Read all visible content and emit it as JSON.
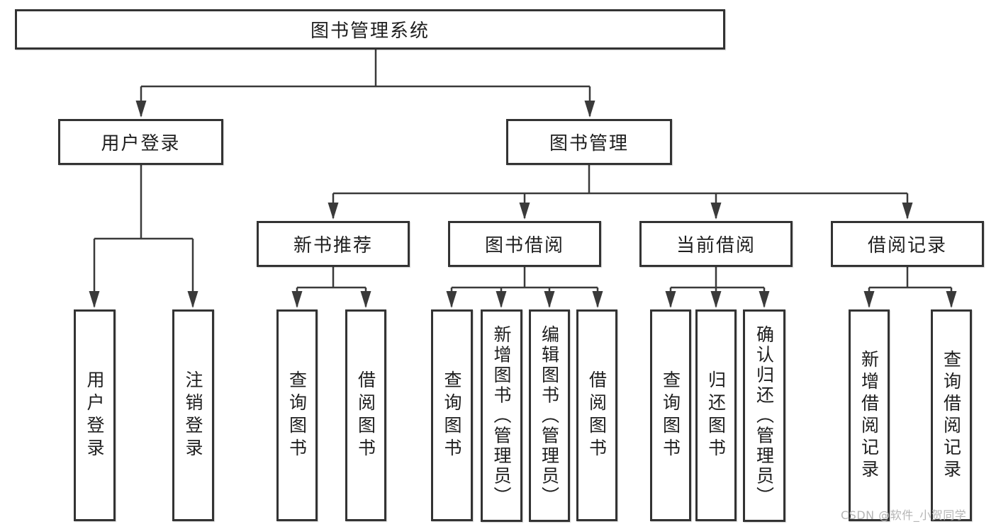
{
  "tree": {
    "root": {
      "label": "图书管理系统",
      "children": [
        {
          "label": "用户登录",
          "children": [
            {
              "label": "用户登录"
            },
            {
              "label": "注销登录"
            }
          ]
        },
        {
          "label": "图书管理",
          "children": [
            {
              "label": "新书推荐",
              "children": [
                {
                  "label": "查询图书"
                },
                {
                  "label": "借阅图书"
                }
              ]
            },
            {
              "label": "图书借阅",
              "children": [
                {
                  "label": "查询图书"
                },
                {
                  "label": "新增图书（管理员）"
                },
                {
                  "label": "编辑图书（管理员）"
                },
                {
                  "label": "借阅图书"
                }
              ]
            },
            {
              "label": "当前借阅",
              "children": [
                {
                  "label": "查询图书"
                },
                {
                  "label": "归还图书"
                },
                {
                  "label": "确认归还（管理员）"
                }
              ]
            },
            {
              "label": "借阅记录",
              "children": [
                {
                  "label": "新增借阅记录"
                },
                {
                  "label": "查询借阅记录"
                }
              ]
            }
          ]
        }
      ]
    }
  },
  "watermark": {
    "text": "CSDN @软件_小贺同学"
  },
  "colors": {
    "line": "#3a3a3a",
    "box_border": "#333333",
    "text": "#1e1e1e",
    "background": "#ffffff",
    "watermark": "#b5b5b5"
  }
}
